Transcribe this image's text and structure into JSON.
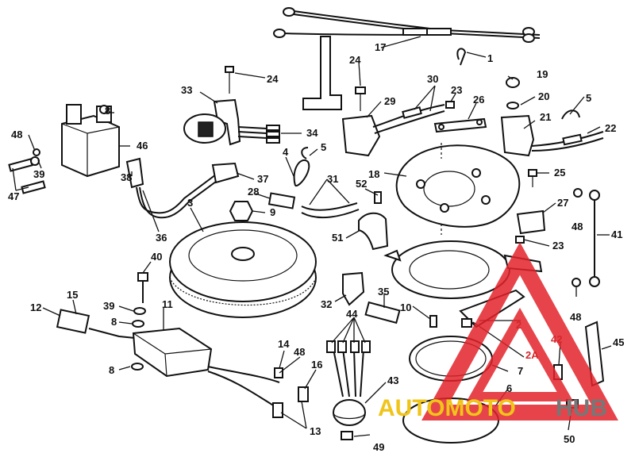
{
  "labels": [
    {
      "text": "1"
    },
    {
      "text": "17"
    },
    {
      "text": "24"
    },
    {
      "text": "24"
    },
    {
      "text": "19"
    },
    {
      "text": "30"
    },
    {
      "text": "33"
    },
    {
      "text": "8"
    },
    {
      "text": "23"
    },
    {
      "text": "29"
    },
    {
      "text": "26"
    },
    {
      "text": "20"
    },
    {
      "text": "5"
    },
    {
      "text": "21"
    },
    {
      "text": "22"
    },
    {
      "text": "34"
    },
    {
      "text": "48"
    },
    {
      "text": "46"
    },
    {
      "text": "4"
    },
    {
      "text": "5"
    },
    {
      "text": "39"
    },
    {
      "text": "47"
    },
    {
      "text": "38"
    },
    {
      "text": "37"
    },
    {
      "text": "31"
    },
    {
      "text": "18"
    },
    {
      "text": "52"
    },
    {
      "text": "25"
    },
    {
      "text": "28"
    },
    {
      "text": "9"
    },
    {
      "text": "3"
    },
    {
      "text": "27"
    },
    {
      "text": "48"
    },
    {
      "text": "36"
    },
    {
      "text": "51"
    },
    {
      "text": "41"
    },
    {
      "text": "23"
    },
    {
      "text": "40"
    },
    {
      "text": "15"
    },
    {
      "text": "12"
    },
    {
      "text": "32"
    },
    {
      "text": "35"
    },
    {
      "text": "39"
    },
    {
      "text": "11"
    },
    {
      "text": "10"
    },
    {
      "text": "8"
    },
    {
      "text": "44"
    },
    {
      "text": "48"
    },
    {
      "text": "2"
    },
    {
      "text": "42"
    },
    {
      "text": "2A"
    },
    {
      "text": "45"
    },
    {
      "text": "14"
    },
    {
      "text": "48"
    },
    {
      "text": "7"
    },
    {
      "text": "16"
    },
    {
      "text": "8"
    },
    {
      "text": "43"
    },
    {
      "text": "6"
    },
    {
      "text": "13"
    },
    {
      "text": "50"
    },
    {
      "text": "49"
    }
  ],
  "watermark": {
    "part1": "AUTOMOTO",
    "part2": "HUB",
    "color_red": "#e2232a",
    "color_yellow": "#f0c419",
    "color_gray": "#777777"
  }
}
